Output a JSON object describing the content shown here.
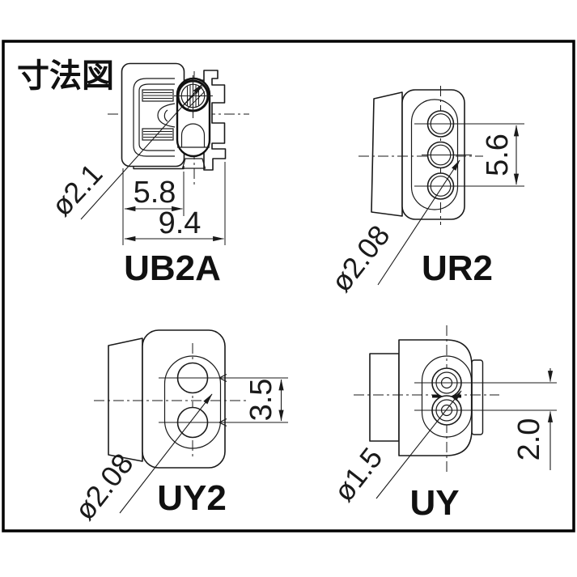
{
  "page": {
    "title": "寸法図",
    "background": "#ffffff",
    "frame_color": "#000000",
    "line_color": "#1a1a1a"
  },
  "diagrams": [
    {
      "id": "UB2A",
      "label": "UB2A",
      "view": "front-view-connector-with-side-bracket",
      "dims": {
        "diameter": "ø2.1",
        "width_inner": "5.8",
        "width_overall": "9.4"
      }
    },
    {
      "id": "UR2",
      "label": "UR2",
      "view": "three-hole-connector",
      "dims": {
        "diameter": "ø2.08",
        "hole_span": "5.6"
      }
    },
    {
      "id": "UY2",
      "label": "UY2",
      "view": "two-hole-connector",
      "dims": {
        "diameter": "ø2.08",
        "hole_span": "3.5"
      }
    },
    {
      "id": "UY",
      "label": "UY",
      "view": "two-hole-connector-concentric",
      "dims": {
        "diameter": "ø1.5",
        "hole_span": "2.0"
      }
    }
  ]
}
